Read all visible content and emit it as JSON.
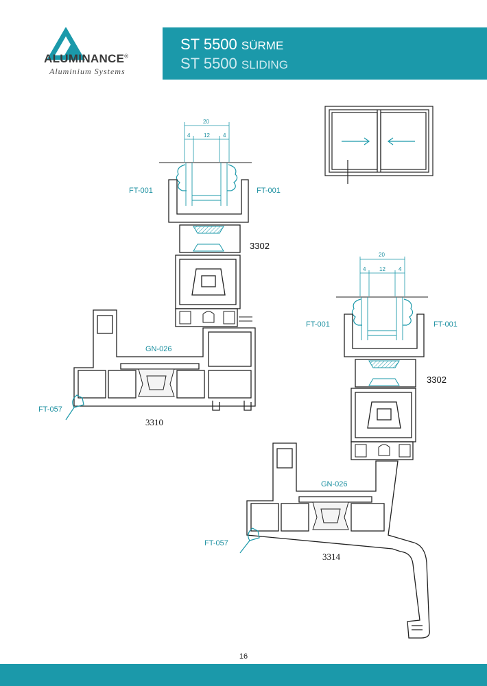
{
  "brand": {
    "name": "ALUMINANCE",
    "registered": "®",
    "subtitle": "Aluminium Systems"
  },
  "title": {
    "tr_code": "ST 5500",
    "tr_word": "SÜRME",
    "en_code": "ST 5500",
    "en_word": "SLIDING"
  },
  "colors": {
    "accent": "#1b99aa",
    "line": "#222222"
  },
  "detail_left": {
    "dims": {
      "total": "20",
      "side_left": "4",
      "mid": "12",
      "side_right": "4"
    },
    "labels": {
      "gasket_left": "FT-001",
      "gasket_right": "FT-001",
      "sash_profile": "3302",
      "gasket_bottom": "GN-026",
      "brush": "FT-057",
      "frame_profile": "3310"
    }
  },
  "detail_right": {
    "dims": {
      "total": "20",
      "side_left": "4",
      "mid": "12",
      "side_right": "4"
    },
    "labels": {
      "gasket_left": "FT-001",
      "gasket_right": "FT-001",
      "sash_profile": "3302",
      "gasket_bottom": "GN-026",
      "brush": "FT-057",
      "frame_profile": "3314"
    }
  },
  "page_number": "16"
}
